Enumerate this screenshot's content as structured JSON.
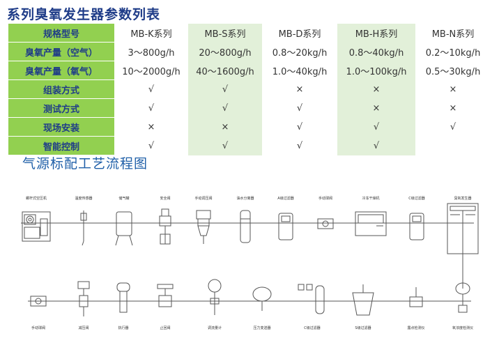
{
  "title": "系列臭氧发生器参数列表",
  "table": {
    "rows": [
      {
        "label": "规格型号",
        "cells": [
          "MB-K系列",
          "MB-S系列",
          "MB-D系列",
          "MB-H系列",
          "MB-N系列"
        ]
      },
      {
        "label": "臭氧产量（空气）",
        "cells": [
          "3～800g/h",
          "20～800g/h",
          "0.8～20kg/h",
          "0.8～40kg/h",
          "0.2～10kg/h"
        ]
      },
      {
        "label": "臭氧产量（氧气）",
        "cells": [
          "10～2000g/h",
          "40～1600g/h",
          "1.0～40kg/h",
          "1.0～100kg/h",
          "0.5～30kg/h"
        ]
      },
      {
        "label": "组装方式",
        "cells": [
          "√",
          "√",
          "×",
          "×",
          "×"
        ]
      },
      {
        "label": "测试方式",
        "cells": [
          "√",
          "√",
          "√",
          "×",
          "×"
        ]
      },
      {
        "label": "现场安装",
        "cells": [
          "×",
          "×",
          "√",
          "√",
          "√"
        ]
      },
      {
        "label": "智能控制",
        "cells": [
          "√",
          "√",
          "√",
          "√",
          ""
        ]
      }
    ]
  },
  "subtitle": "气源标配工艺流程图",
  "flow": {
    "top": [
      "螺杆式空压机",
      "温度传感器",
      "储气罐",
      "安全阀",
      "手动调压阀",
      "油水分离器",
      "A级过滤器",
      "手动球阀",
      "冷冻干燥机",
      "C级过滤器",
      "臭氧发生器"
    ],
    "bottom": [
      "手动球阀",
      "减压阀",
      "执行器",
      "止回阀",
      "调流量计",
      "压力变送器",
      "C级过滤器",
      "S级过滤器",
      "露点检测仪",
      "氧浓度检测仪"
    ]
  },
  "colors": {
    "header_green": "#92d050",
    "light_green": "#e2f0d9",
    "title_blue": "#1f3c88",
    "subtitle_blue": "#1f5fa8"
  }
}
